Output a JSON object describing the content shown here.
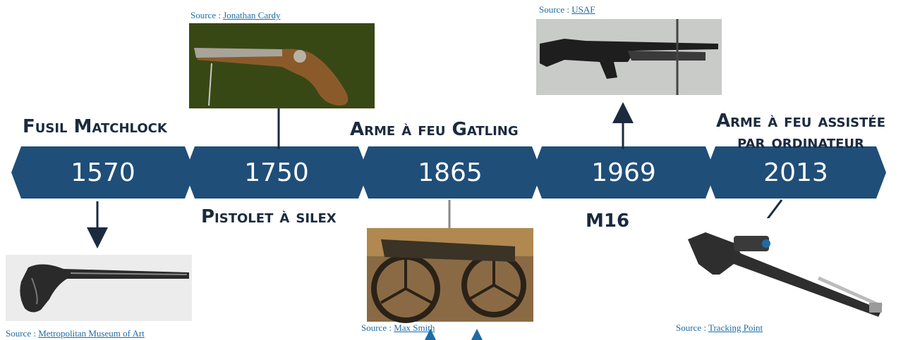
{
  "timeline": [
    {
      "year": "1570",
      "title": "Fusil Matchlock",
      "source_prefix": "Source : ",
      "source_link": "Metropolitan Museum of Art"
    },
    {
      "year": "1750",
      "title": "Pistolet à silex",
      "source_prefix": "Source : ",
      "source_link": "Jonathan Cardy"
    },
    {
      "year": "1865",
      "title": "Arme à feu Gatling",
      "source_prefix": "Source : ",
      "source_link": "Max Smith"
    },
    {
      "year": "1969",
      "title": "M16",
      "source_prefix": "Source : ",
      "source_link": "USAF"
    },
    {
      "year": "2013",
      "title_line1": "Arme à feu assistée",
      "title_line2": "par ordinateur",
      "source_prefix": "Source : ",
      "source_link": "Tracking Point"
    }
  ],
  "colors": {
    "chevron": "#1f4e79",
    "title": "#1b2a3f",
    "link": "#1f6ca5",
    "arrow": "#1b2a3f"
  }
}
